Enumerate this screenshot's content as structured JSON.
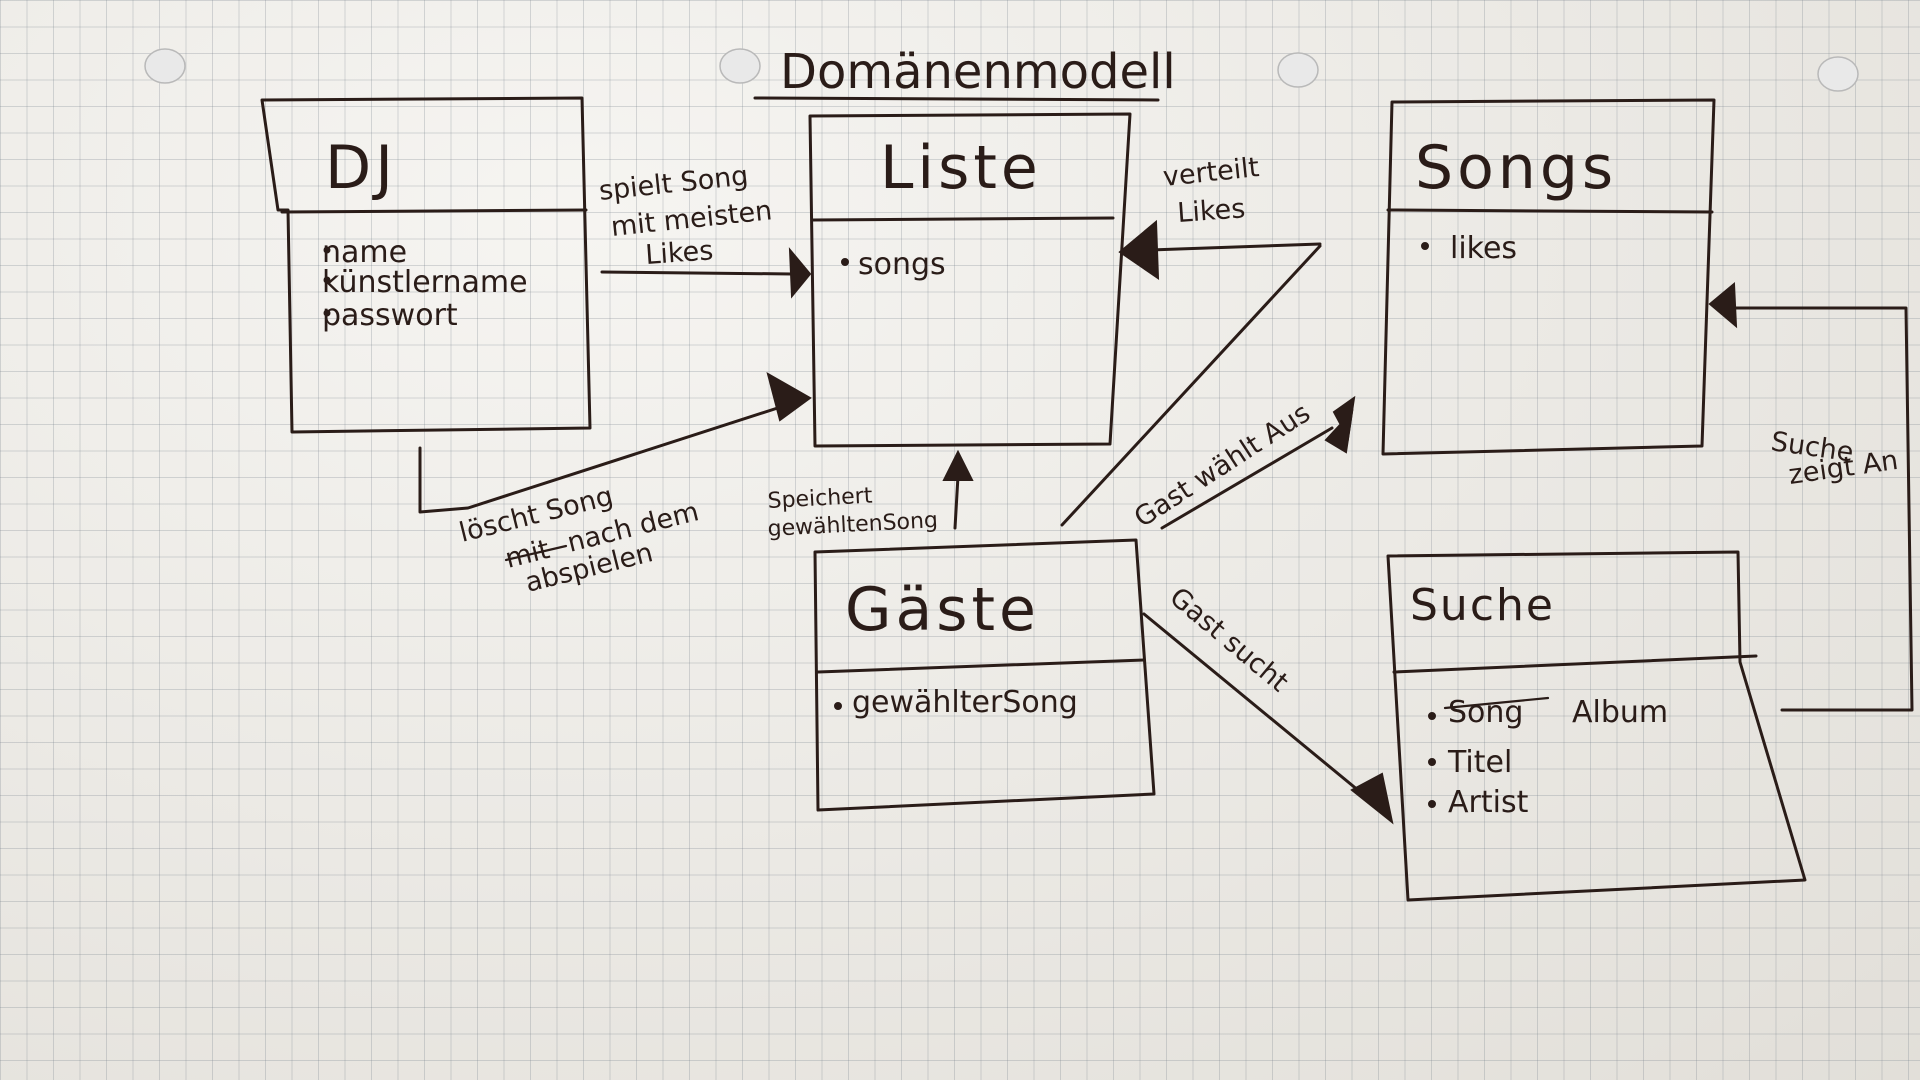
{
  "diagram": {
    "title": "Domänenmodell",
    "entities": {
      "dj": {
        "name": "DJ",
        "attributes": [
          "name",
          "künstlername",
          "passwort"
        ]
      },
      "liste": {
        "name": "Liste",
        "attributes": [
          "songs"
        ]
      },
      "songs": {
        "name": "Songs",
        "attributes": [
          "likes"
        ]
      },
      "gaeste": {
        "name": "Gäste",
        "attributes": [
          "gewählterSong"
        ]
      },
      "suche": {
        "name": "Suche",
        "attributes": [
          "Song",
          "Album",
          "Titel",
          "Artist"
        ]
      }
    },
    "relations": {
      "dj_liste_spielt": {
        "lines": [
          "spielt Song",
          "mit meisten",
          "Likes"
        ]
      },
      "dj_liste_loescht": {
        "lines": [
          "löscht Song",
          "nach dem",
          "abspielen"
        ],
        "struck": "mit"
      },
      "songs_liste": {
        "lines": [
          "verteilt",
          "Likes"
        ]
      },
      "gaeste_liste": {
        "lines": [
          "Speichert",
          "gewähltenSong"
        ]
      },
      "gaeste_songs": {
        "lines": [
          "Gast wählt Aus"
        ]
      },
      "gaeste_suche": {
        "lines": [
          "Gast sucht"
        ]
      },
      "suche_songs": {
        "lines": [
          "Suche",
          "zeigt An"
        ]
      }
    },
    "style": {
      "ink": "#2a1c18",
      "paper": "#f1efea",
      "grid": "#8a949c"
    }
  }
}
